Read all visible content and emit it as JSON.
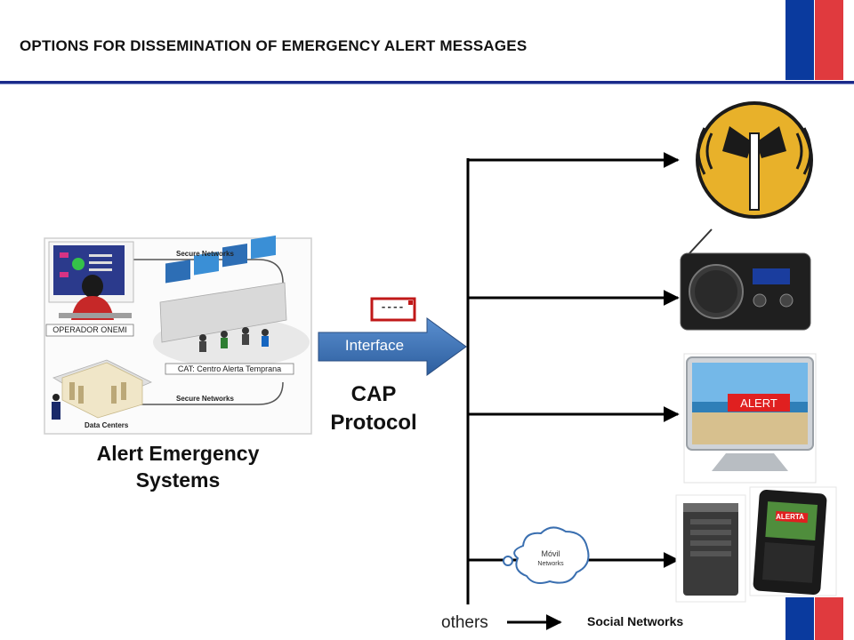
{
  "slide": {
    "title": "OPTIONS FOR DISSEMINATION OF EMERGENCY ALERT MESSAGES"
  },
  "colors": {
    "flag_blue": "#0a3a9e",
    "flag_red": "#e03a3e",
    "title_rule": "#1a2a8a",
    "interface_arrow": "#3a6fb0",
    "siren_yellow": "#e8b12a",
    "alert_red": "#e02020"
  },
  "left_panel": {
    "operator_label": "OPERADOR ONEMI",
    "cat_label": "CAT: Centro Alerta Temprana",
    "secure_networks_top": "Secure Networks",
    "secure_networks_bottom": "Secure Networks",
    "data_centers": "Data Centers",
    "caption_line1": "Alert Emergency",
    "caption_line2": "Systems"
  },
  "middle": {
    "interface_label": "Interface",
    "envelope_text": "----",
    "protocol_line1": "CAP",
    "protocol_line2": "Protocol"
  },
  "channels": {
    "siren_icon": "siren-icon",
    "radio_icon": "radio-icon",
    "tv_icon": "tv-icon",
    "tv_alert_text": "ALERT",
    "server_icon": "server-icon",
    "phone_icon": "smartphone-icon",
    "phone_alert_text": "ALERTA",
    "mobile_cloud_line1": "Móvil",
    "mobile_cloud_line2": "Networks"
  },
  "footer": {
    "others_label": "others",
    "social_label": "Social Networks"
  }
}
